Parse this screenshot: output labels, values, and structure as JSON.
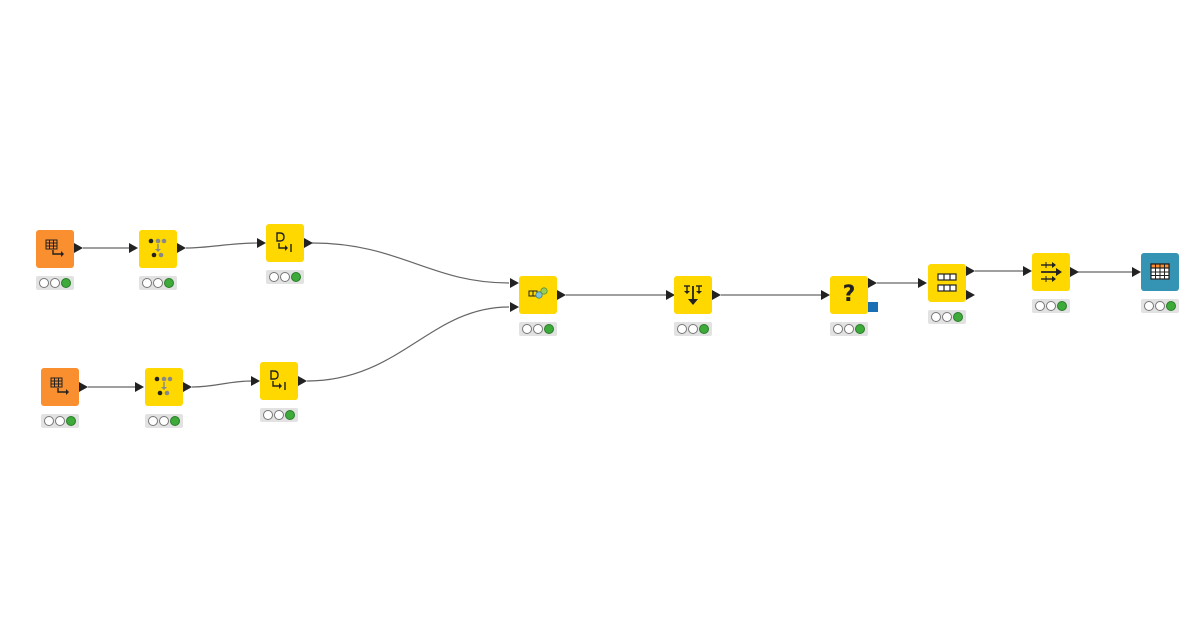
{
  "workflow": {
    "colors": {
      "source": "#f98f2e",
      "manipulator": "#ffd800",
      "visualizer": "#3594b3",
      "edge": "#666666",
      "status_ok": "#3daa3a"
    },
    "nodes": [
      {
        "id": "reader-1",
        "category": "source",
        "icon": "table-reader-icon",
        "status": "executed"
      },
      {
        "id": "filter-1",
        "category": "manipulator",
        "icon": "column-filter-icon",
        "status": "executed"
      },
      {
        "id": "rename-1",
        "category": "manipulator",
        "icon": "column-rename-icon",
        "status": "executed"
      },
      {
        "id": "reader-2",
        "category": "source",
        "icon": "table-reader-icon",
        "status": "executed"
      },
      {
        "id": "filter-2",
        "category": "manipulator",
        "icon": "column-filter-icon",
        "status": "executed"
      },
      {
        "id": "rename-2",
        "category": "manipulator",
        "icon": "column-rename-icon",
        "status": "executed"
      },
      {
        "id": "joiner",
        "category": "manipulator",
        "icon": "joiner-icon",
        "status": "executed"
      },
      {
        "id": "concatenate",
        "category": "manipulator",
        "icon": "concatenate-icon",
        "status": "executed"
      },
      {
        "id": "missing-value",
        "category": "manipulator",
        "icon": "missing-value-icon",
        "label": "?",
        "status": "executed"
      },
      {
        "id": "partitioning",
        "category": "manipulator",
        "icon": "partitioning-icon",
        "status": "executed"
      },
      {
        "id": "sorter",
        "category": "manipulator",
        "icon": "sorter-icon",
        "status": "executed"
      },
      {
        "id": "table-view",
        "category": "visualizer",
        "icon": "table-view-icon",
        "status": "executed"
      }
    ],
    "connections": [
      {
        "from": "reader-1",
        "to": "filter-1"
      },
      {
        "from": "filter-1",
        "to": "rename-1"
      },
      {
        "from": "rename-1",
        "to": "joiner"
      },
      {
        "from": "reader-2",
        "to": "filter-2"
      },
      {
        "from": "filter-2",
        "to": "rename-2"
      },
      {
        "from": "rename-2",
        "to": "joiner"
      },
      {
        "from": "joiner",
        "to": "concatenate"
      },
      {
        "from": "concatenate",
        "to": "missing-value"
      },
      {
        "from": "missing-value",
        "to": "partitioning"
      },
      {
        "from": "partitioning",
        "to": "sorter"
      },
      {
        "from": "sorter",
        "to": "table-view"
      }
    ]
  }
}
